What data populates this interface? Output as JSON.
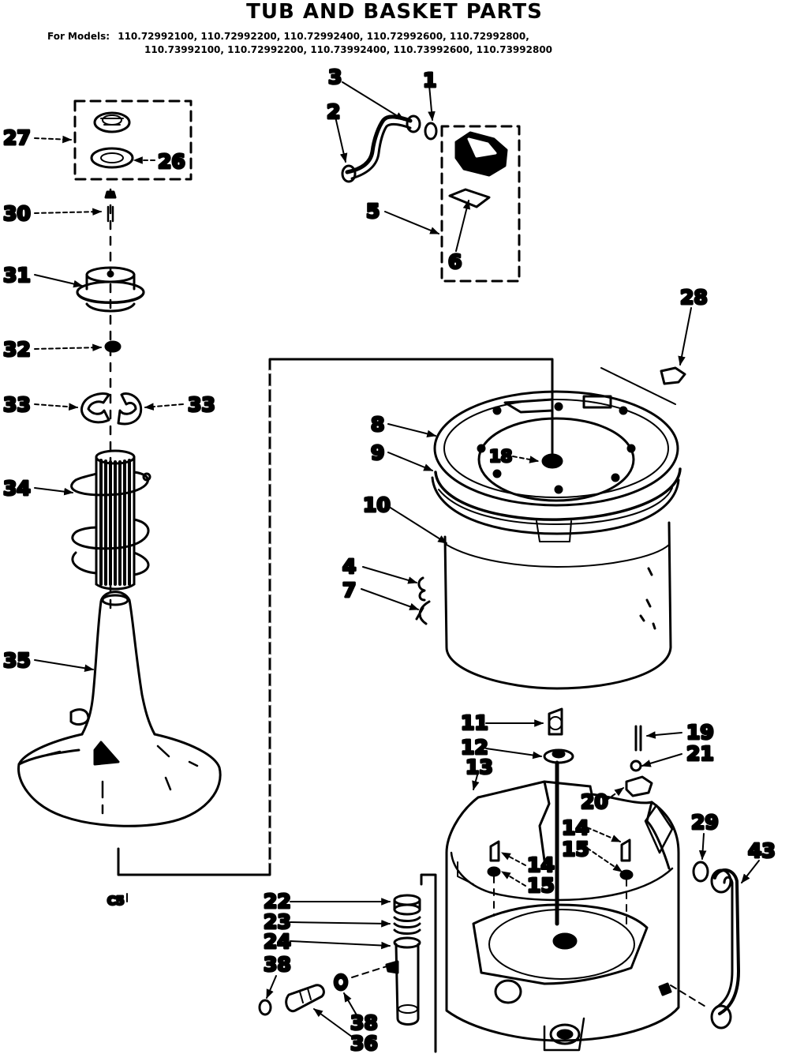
{
  "title": "TUB AND BASKET PARTS",
  "models": {
    "lead": "For Models:",
    "row1": [
      "110.72992100,",
      "110.72992200,",
      "110.72992400,",
      "110.72992600,",
      "110.72992800,"
    ],
    "row2": [
      "110.73992100,",
      "110.72992200,",
      "110.73992400,",
      "110.73992600,",
      "110.73992800"
    ]
  },
  "callouts": {
    "p1": "1",
    "p2": "2",
    "p3": "3",
    "p4": "4",
    "p5": "5",
    "p6": "6",
    "p7": "7",
    "p8": "8",
    "p9": "9",
    "p10": "10",
    "p11": "11",
    "p12": "12",
    "p13": "13",
    "p14a": "14",
    "p14b": "14",
    "p15a": "15",
    "p15b": "15",
    "p18": "18",
    "p19": "19",
    "p20": "20",
    "p21": "21",
    "p22": "22",
    "p23": "23",
    "p24": "24",
    "p26": "26",
    "p27": "27",
    "p28": "28",
    "p29": "29",
    "p30": "30",
    "p31": "31",
    "p32": "32",
    "p33a": "33",
    "p33b": "33",
    "p34": "34",
    "p35": "35",
    "p36": "36",
    "p38a": "38",
    "p38b": "38",
    "p43": "43"
  },
  "page_code": "C5"
}
